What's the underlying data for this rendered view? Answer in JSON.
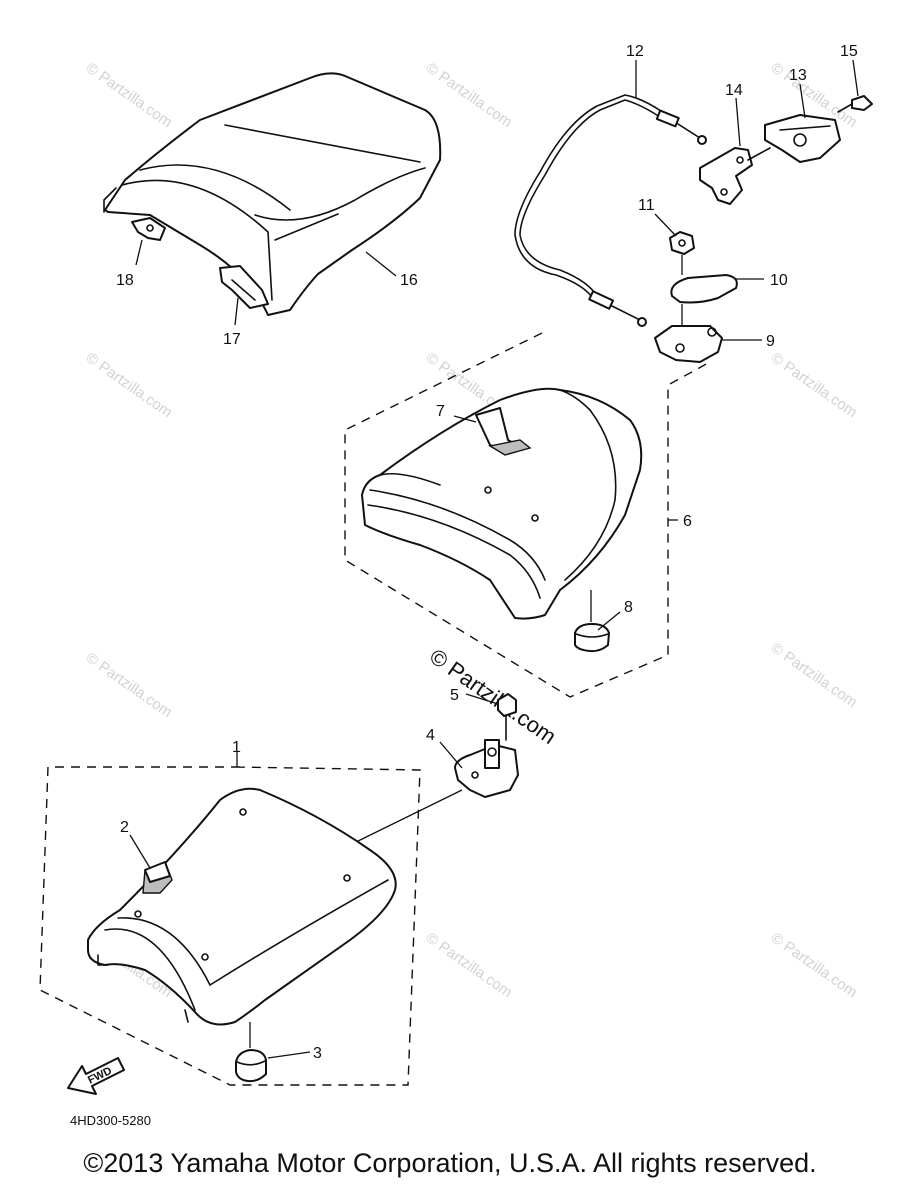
{
  "callouts": {
    "c1": "1",
    "c2": "2",
    "c3": "3",
    "c4": "4",
    "c5": "5",
    "c6": "6",
    "c7": "7",
    "c8": "8",
    "c9": "9",
    "c10": "10",
    "c11": "11",
    "c12": "12",
    "c13": "13",
    "c14": "14",
    "c15": "15",
    "c16": "16",
    "c17": "17",
    "c18": "18"
  },
  "watermark": {
    "small": "© Partzilla.com",
    "center": "© Partzilla.com"
  },
  "fwd_label": "FWD",
  "diagram_code": "4HD300-5280",
  "copyright": "©2013 Yamaha Motor Corporation, U.S.A. All rights reserved."
}
